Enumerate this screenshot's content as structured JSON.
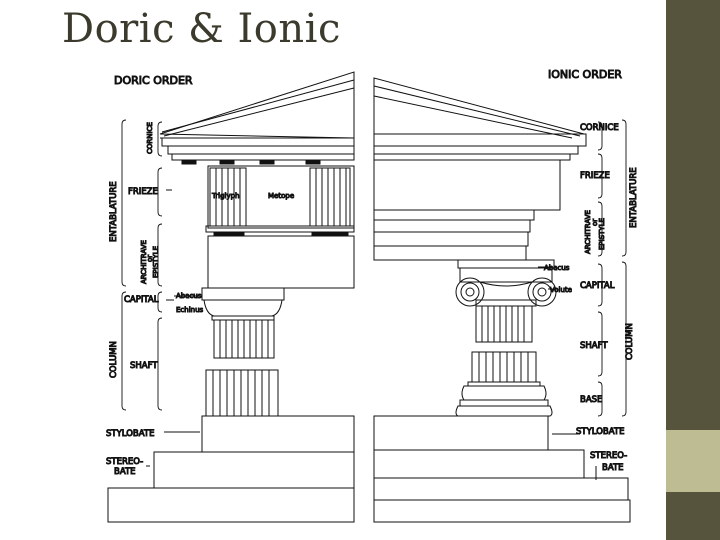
{
  "slide": {
    "title": "Doric & Ionic"
  },
  "doric": {
    "title": "DORIC ORDER",
    "cornice": "CORNICE",
    "frieze": "FRIEZE",
    "architrave": "ARCHITRAVE",
    "or": "or",
    "epistyle": "EPISTYLE",
    "entablature": "ENTABLATURE",
    "capital": "CAPITAL",
    "column": "COLUMN",
    "shaft": "SHAFT",
    "abacus": "Abacus",
    "echinus": "Echinus",
    "triglyph": "Triglyph",
    "metope": "Metope",
    "stylobate": "STYLOBATE",
    "stereobate_1": "STEREO-",
    "stereobate_2": "BATE"
  },
  "ionic": {
    "title": "IONIC ORDER",
    "cornice": "CORNICE",
    "frieze": "FRIEZE",
    "architrave": "ARCHITRAVE",
    "or": "or",
    "epistyle": "EPISTYLE",
    "entablature": "ENTABLATURE",
    "abacus": "Abacus",
    "volute": "Volute",
    "capital": "CAPITAL",
    "shaft": "SHAFT",
    "column": "COLUMN",
    "base": "BASE",
    "stylobate": "STYLOBATE",
    "stereobate_1": "STEREO-",
    "stereobate_2": "BATE"
  },
  "colors": {
    "sidebar_dark": "#57543d",
    "sidebar_light": "#bdbc92",
    "title": "#3b3a2c"
  }
}
